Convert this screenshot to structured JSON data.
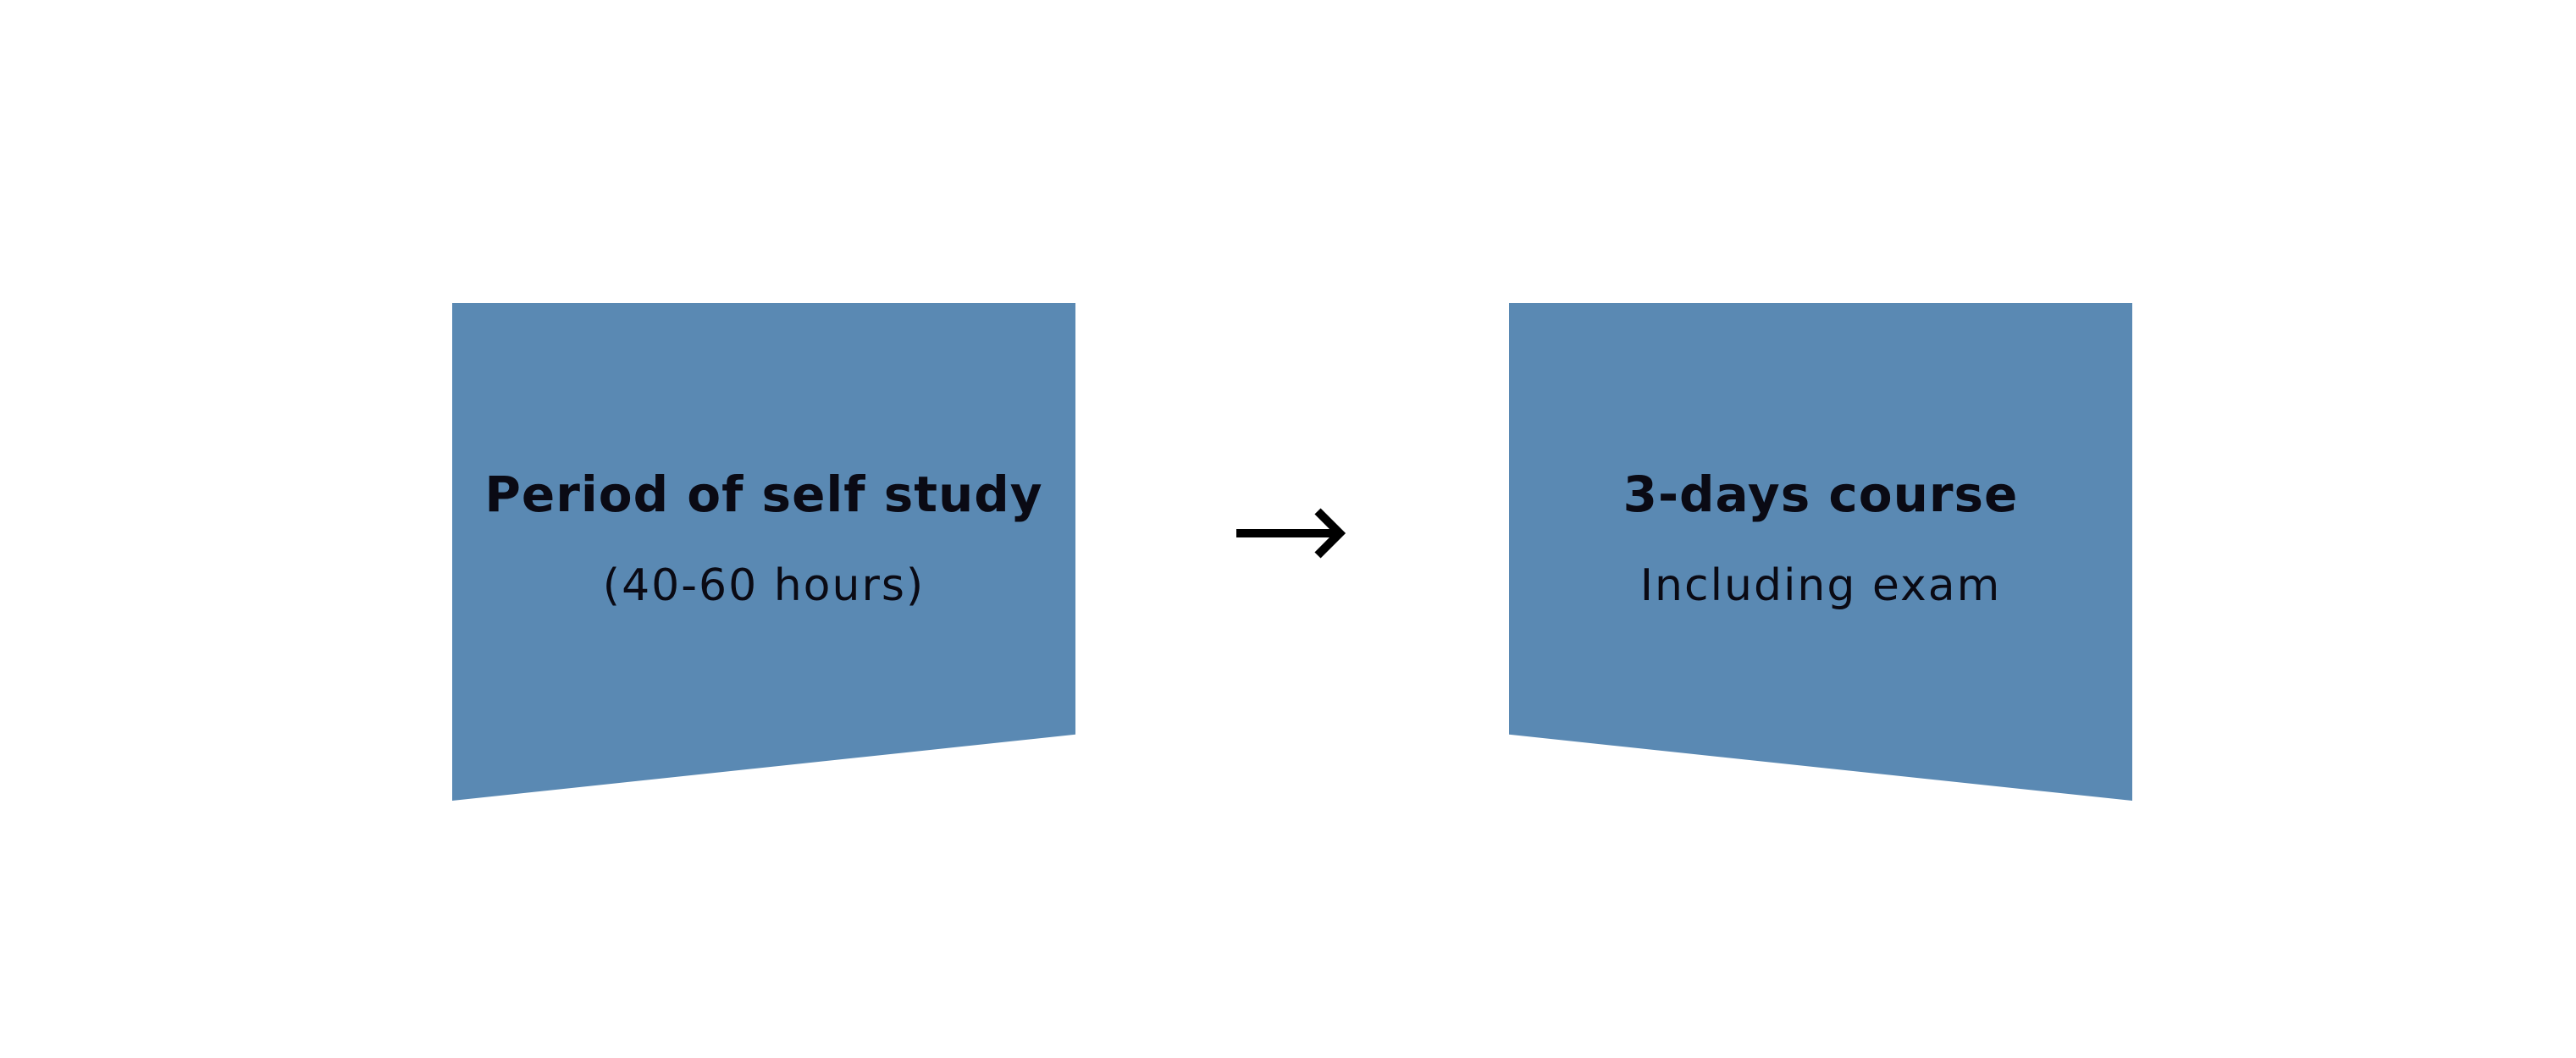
{
  "diagram": {
    "steps": [
      {
        "title": "Period of self study",
        "subtitle": "(40-60 hours)"
      },
      {
        "title": "3-days course",
        "subtitle": "Including exam"
      }
    ],
    "connector": "arrow-right-icon"
  },
  "colors": {
    "box_fill": "#5a89b3",
    "text": "#0a0a14",
    "arrow": "#000000",
    "background": "#ffffff"
  }
}
